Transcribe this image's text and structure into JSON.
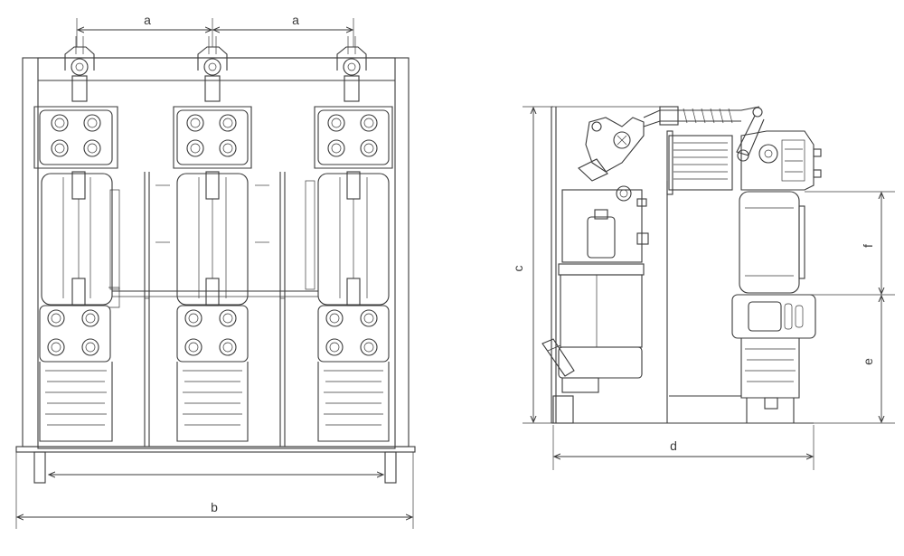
{
  "labels": {
    "a1": "a",
    "a2": "a",
    "b": "b",
    "c": "c",
    "d": "d",
    "e": "e",
    "f": "f"
  },
  "colors": {
    "line": "#3a3a3a",
    "background": "#ffffff"
  }
}
